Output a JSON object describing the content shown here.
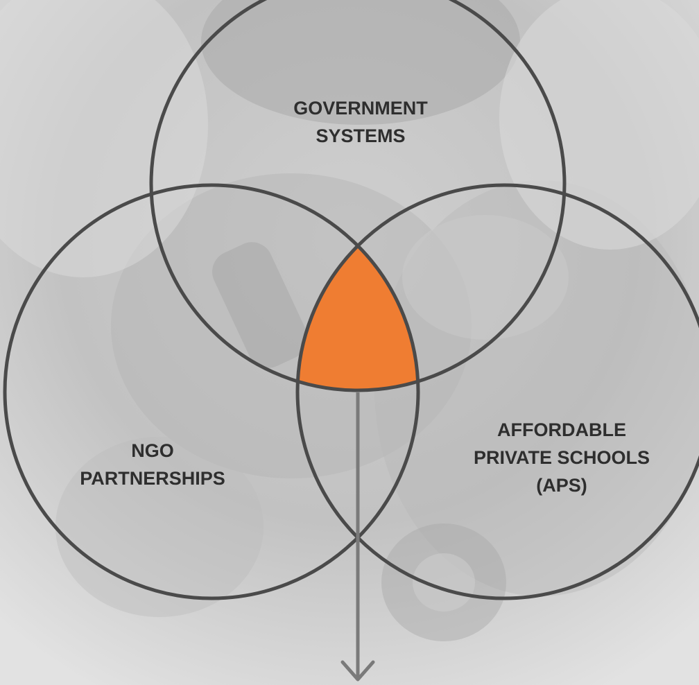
{
  "diagram": {
    "circles": [
      {
        "id": "government",
        "label": "GOVERNMENT\nSYSTEMS"
      },
      {
        "id": "ngo",
        "label": "NGO\nPARTNERSHIPS"
      },
      {
        "id": "aps",
        "label": "AFFORDABLE\nPRIVATE SCHOOLS\n(APS)"
      }
    ],
    "overlap_color": "#ef7d32",
    "circle_stroke_color": "#4a4a4a",
    "arrow_color": "#7a7a7a",
    "background_tint": "#d6d6d6"
  }
}
